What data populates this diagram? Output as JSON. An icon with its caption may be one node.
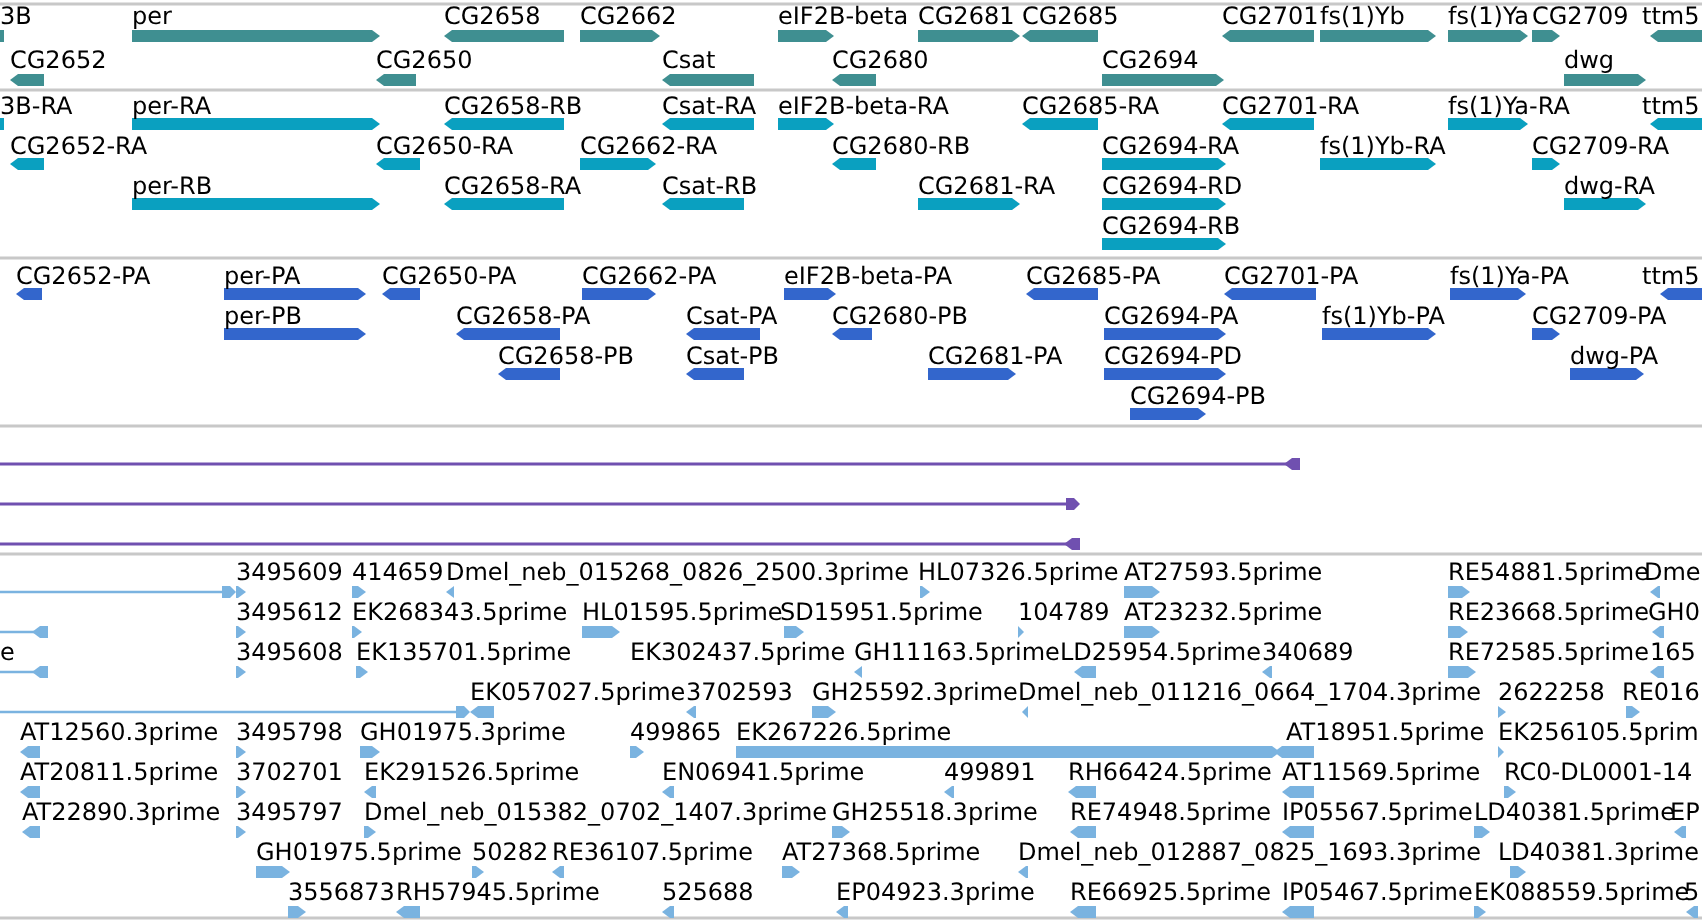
{
  "diagram": {
    "labels": [
      "3B",
      "per",
      "CG2658",
      "CG2662",
      "eIF2B-beta",
      "CG2681",
      "CG2685",
      "CG2701",
      "fs(1)Yb",
      "fs(1)Ya",
      "CG2709",
      "ttm5",
      "CG2652",
      "CG2650",
      "Csat",
      "CG2680",
      "CG2694",
      "dwg",
      "3B-RA",
      "per-RA",
      "CG2658-RB",
      "Csat-RA",
      "eIF2B-beta-RA",
      "CG2685-RA",
      "CG2701-RA",
      "fs(1)Ya-RA",
      "ttm5",
      "CG2652-RA",
      "CG2650-RA",
      "CG2662-RA",
      "CG2680-RB",
      "CG2694-RA",
      "fs(1)Yb-RA",
      "CG2709-RA",
      "per-RB",
      "CG2658-RA",
      "Csat-RB",
      "CG2681-RA",
      "CG2694-RD",
      "dwg-RA",
      "CG2694-RB",
      "CG2652-PA",
      "per-PA",
      "CG2650-PA",
      "CG2662-PA",
      "eIF2B-beta-PA",
      "CG2685-PA",
      "CG2701-PA",
      "fs(1)Ya-PA",
      "ttm5",
      "per-PB",
      "CG2658-PA",
      "Csat-PA",
      "CG2680-PB",
      "CG2694-PA",
      "fs(1)Yb-PA",
      "CG2709-PA",
      "CG2658-PB",
      "Csat-PB",
      "CG2681-PA",
      "CG2694-PD",
      "dwg-PA",
      "CG2694-PB",
      "3495609",
      "414659",
      "Dmel_neb_015268_0826_2500.3prime",
      "HL07326.5prime",
      "AT27593.5prime",
      "RE54881.5prime",
      "Dme",
      "3495612",
      "EK268343.5prime",
      "HL01595.5prime",
      "SD15951.5prime",
      "104789",
      "AT23232.5prime",
      "RE23668.5prime",
      "GH0",
      "e",
      "3495608",
      "EK135701.5prime",
      "EK302437.5prime",
      "GH11163.5prime",
      "LD25954.5prime",
      "340689",
      "RE72585.5prime",
      "165",
      "EK057027.5prime",
      "3702593",
      "GH25592.3prime",
      "Dmel_neb_011216_0664_1704.3prime",
      "2622258",
      "RE016",
      "AT12560.3prime",
      "3495798",
      "GH01975.3prime",
      "499865",
      "EK267226.5prime",
      "AT18951.5prime",
      "EK256105.5prim",
      "AT20811.5prime",
      "3702701",
      "EK291526.5prime",
      "EN06941.5prime",
      "499891",
      "RH66424.5prime",
      "AT11569.5prime",
      "RC0-DL0001-14",
      "AT22890.3prime",
      "3495797",
      "Dmel_neb_015382_0702_1407.3prime",
      "GH25518.3prime",
      "RE74948.5prime",
      "IP05567.5prime",
      "LD40381.5prime",
      "EP",
      "GH01975.5prime",
      "50282",
      "RE36107.5prime",
      "AT27368.5prime",
      "Dmel_neb_012887_0825_1693.3prime",
      "LD40381.3prime",
      "3556873",
      "RH57945.5prime",
      "525688",
      "EP04923.3prime",
      "RE66925.5prime",
      "IP05467.5prime",
      "EK088559.5prime",
      "5"
    ]
  }
}
